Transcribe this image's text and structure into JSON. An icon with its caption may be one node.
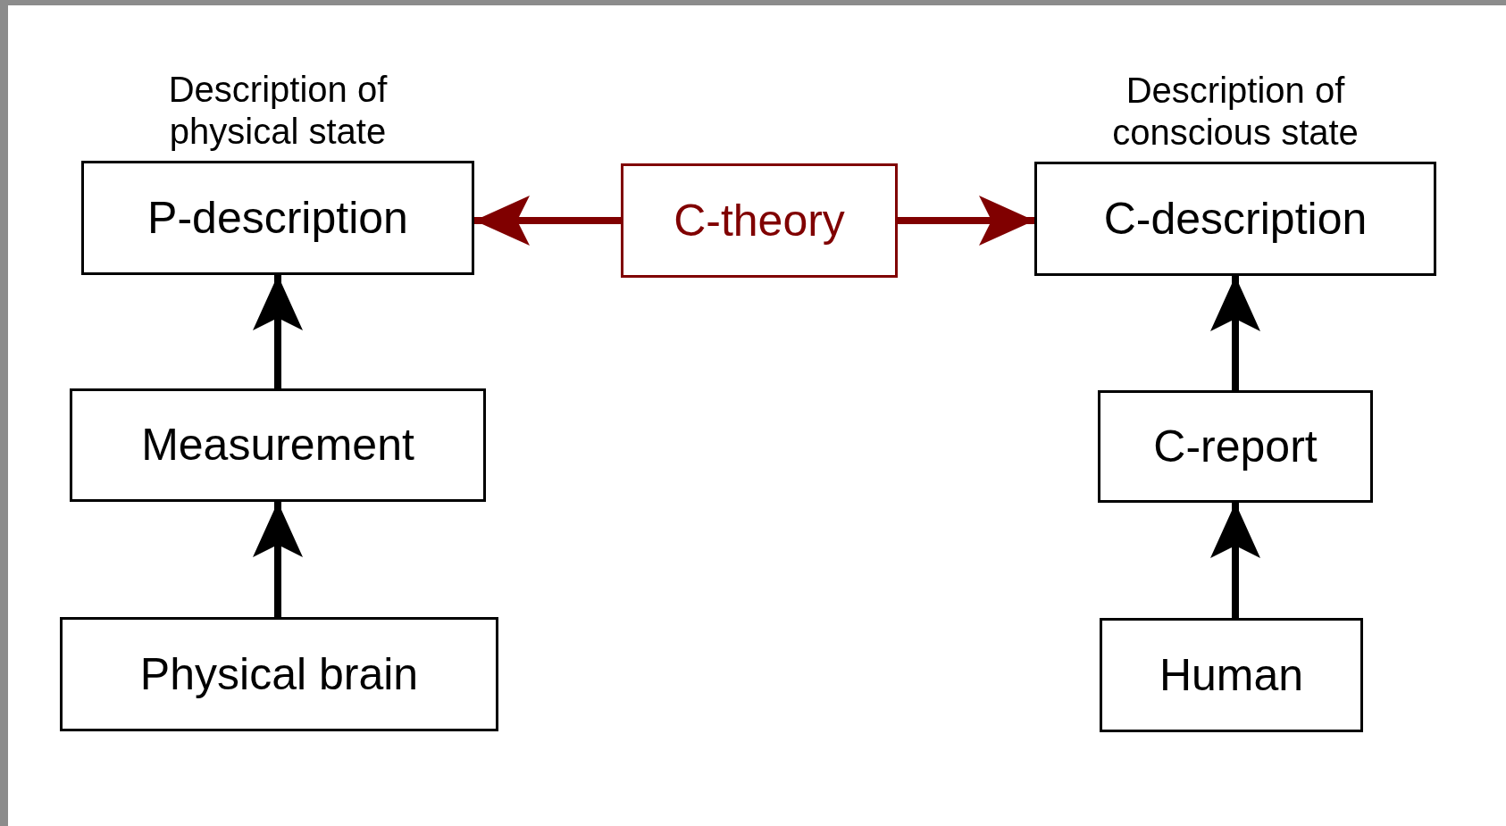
{
  "diagram": {
    "nodes": [
      {
        "text": [
          "Description of physical state",
          "P-description"
        ]
      },
      {
        "text": [
          "C-theory"
        ]
      },
      {
        "text": [
          "Description of conscious state",
          "C-description"
        ]
      },
      {
        "text": [
          "Measurement"
        ]
      },
      {
        "text": [
          "C-report"
        ]
      },
      {
        "text": [
          "Physical brain"
        ]
      },
      {
        "text": [
          "Human"
        ]
      }
    ],
    "edges": [
      {
        "from": 1,
        "to": 0,
        "arrow": "to",
        "color": "#800000"
      },
      {
        "from": 1,
        "to": 2,
        "arrow": "to",
        "color": "#800000"
      },
      {
        "from": 3,
        "to": 0,
        "arrow": "to"
      },
      {
        "from": 5,
        "to": 3,
        "arrow": "to"
      },
      {
        "from": 4,
        "to": 2,
        "arrow": "to"
      },
      {
        "from": 6,
        "to": 4,
        "arrow": "to"
      }
    ]
  }
}
